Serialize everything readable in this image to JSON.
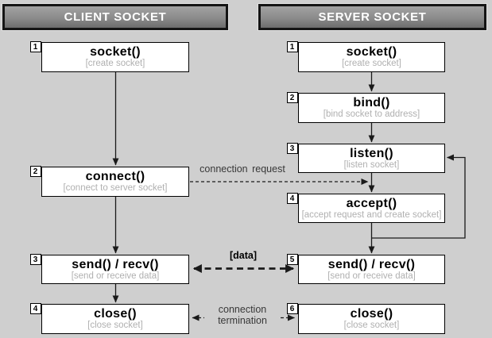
{
  "diagram": {
    "client": {
      "header": "CLIENT SOCKET",
      "steps": [
        {
          "num": "1",
          "title": "socket()",
          "subtitle": "[create socket]"
        },
        {
          "num": "2",
          "title": "connect()",
          "subtitle": "[connect to server socket]"
        },
        {
          "num": "3",
          "title": "send() / recv()",
          "subtitle": "[send or receive data]"
        },
        {
          "num": "4",
          "title": "close()",
          "subtitle": "[close socket]"
        }
      ]
    },
    "server": {
      "header": "SERVER SOCKET",
      "steps": [
        {
          "num": "1",
          "title": "socket()",
          "subtitle": "[create socket]"
        },
        {
          "num": "2",
          "title": "bind()",
          "subtitle": "[bind socket to address]"
        },
        {
          "num": "3",
          "title": "listen()",
          "subtitle": "[listen socket]"
        },
        {
          "num": "4",
          "title": "accept()",
          "subtitle": "[accept request and create socket]"
        },
        {
          "num": "5",
          "title": "send() / recv()",
          "subtitle": "[send or receive data]"
        },
        {
          "num": "6",
          "title": "close()",
          "subtitle": "[close socket]"
        }
      ]
    },
    "labels": {
      "connection_request": "connection request",
      "data": "[data]",
      "termination_line1": "connection",
      "termination_line2": "termination"
    },
    "colors": {
      "background": "#cfcfcf",
      "box_bg": "#ffffff",
      "border": "#000000",
      "header_top": "#a2a2a2",
      "header_bottom": "#6c6c6c",
      "header_text": "#ffffff",
      "subtitle_text": "#b0b0b0",
      "label_text": "#383838",
      "line": "#1a1a1a"
    }
  }
}
